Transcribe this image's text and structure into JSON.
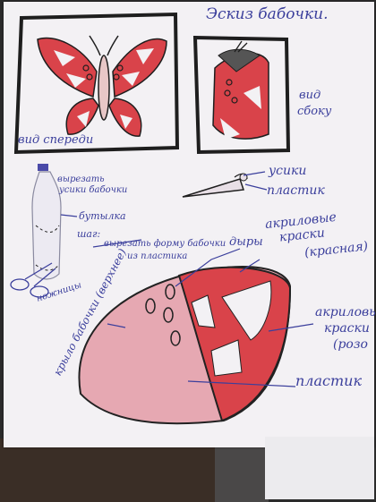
{
  "sheet": {
    "title": "Эскиз бабочки.",
    "labels": {
      "front_view": "вид спереди",
      "side_view_1": "вид",
      "side_view_2": "сбоку",
      "antennae": "усики",
      "plastic_small": "пластик",
      "cut_antennae_1": "вырезать",
      "cut_antennae_2": "усики бабочки",
      "bottle": "бутылка",
      "step_marker": "шаг:",
      "cut_shape_1": "вырезать форму бабочки",
      "cut_shape_2": "из пластика",
      "scissors": "ножницы",
      "holes": "дыры",
      "paint_red_1": "акриловые",
      "paint_red_2": "краски",
      "paint_red_3": "(красная)",
      "paint_pink_1": "акриловые",
      "paint_pink_2": "краски",
      "paint_pink_3": "(розо",
      "wing_top": "крыло бабочки (верхнее)",
      "plastic_large": "пластик"
    }
  },
  "colors": {
    "ink": "#3b3f9c",
    "red": "#d9434a",
    "pink": "#e6a8b2",
    "pencil": "#2a2a2a"
  }
}
